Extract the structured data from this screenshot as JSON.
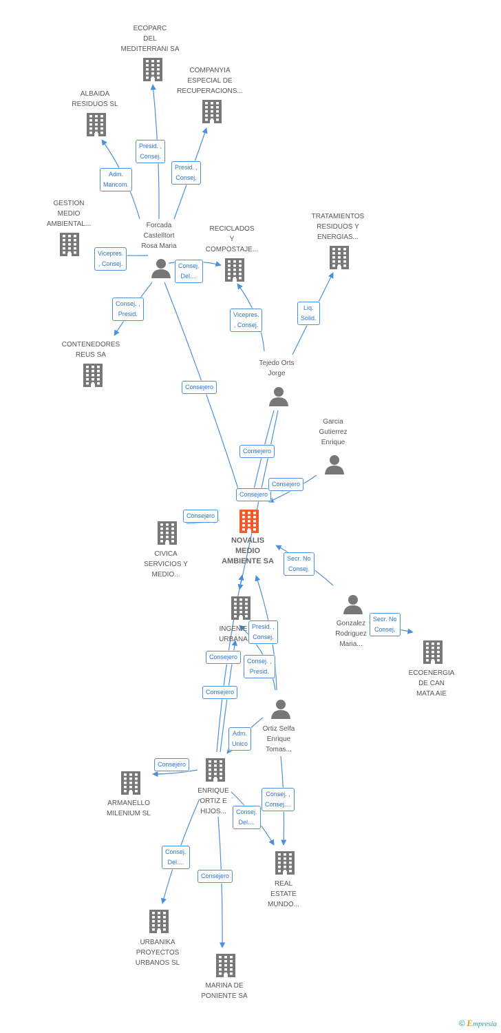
{
  "colors": {
    "edge": "#4a8fdb",
    "node": "#777777",
    "center": "#f15a29"
  },
  "center": {
    "label": "NOVALIS\nMEDIO\nAMBIENTE SA"
  },
  "nodes": [
    {
      "id": "ecoparc",
      "type": "company",
      "label": "ECOPARC\nDEL\nMEDITERRANI SA"
    },
    {
      "id": "companyia",
      "type": "company",
      "label": "COMPANYIA\nESPECIAL DE\nRECUPERACIONS..."
    },
    {
      "id": "albaida",
      "type": "company",
      "label": "ALBAIDA\nRESIDUOS SL"
    },
    {
      "id": "gestion",
      "type": "company",
      "label": "GESTION\nMEDIO\nAMBIENTAL..."
    },
    {
      "id": "forcada",
      "type": "person",
      "label": "Forcada\nCastelltort\nRosa Maria"
    },
    {
      "id": "reciclados",
      "type": "company",
      "label": "RECICLADOS\nY\nCOMPOSTAJE..."
    },
    {
      "id": "tratamientos",
      "type": "company",
      "label": "TRATAMIENTOS\nRESIDUOS Y\nENERGIAS..."
    },
    {
      "id": "contenedores",
      "type": "company",
      "label": "CONTENEDORES\nREUS SA"
    },
    {
      "id": "tejedo",
      "type": "person",
      "label": "Tejedo Orts\nJorge"
    },
    {
      "id": "garcia",
      "type": "person",
      "label": "Garcia\nGutierrez\nEnrique"
    },
    {
      "id": "civica",
      "type": "company",
      "label": "CIVICA\nSERVICIOS Y\nMEDIO..."
    },
    {
      "id": "ingenieria",
      "type": "company",
      "label": "INGENIE\nURBANA"
    },
    {
      "id": "gonzalez",
      "type": "person",
      "label": "Gonzalez\nRodriguez\nMaria..."
    },
    {
      "id": "ecoenergia",
      "type": "company",
      "label": "ECOENERGIA\nDE CAN\nMATA AIE"
    },
    {
      "id": "ortiz",
      "type": "person",
      "label": "Ortiz Selfa\nEnrique\nTomas..."
    },
    {
      "id": "armanello",
      "type": "company",
      "label": "ARMANELLO\nMILENIUM SL"
    },
    {
      "id": "enrique_ortiz",
      "type": "company",
      "label": "ENRIQUE\nORTIZ E\nHIJOS..."
    },
    {
      "id": "real_estate",
      "type": "company",
      "label": "REAL\nESTATE\nMUNDO..."
    },
    {
      "id": "urbanika",
      "type": "company",
      "label": "URBANIKA\nPROYECTOS\nURBANOS SL"
    },
    {
      "id": "marina",
      "type": "company",
      "label": "MARINA DE\nPONIENTE SA"
    }
  ],
  "edges": [
    {
      "id": "e1",
      "from": "forcada",
      "to": "ecoparc",
      "label": "Presid. ,\nConsej."
    },
    {
      "id": "e2",
      "from": "forcada",
      "to": "companyia",
      "label": "Presid. ,\nConsej."
    },
    {
      "id": "e3",
      "from": "forcada",
      "to": "albaida",
      "label": "Adm.\nMancom."
    },
    {
      "id": "e4",
      "from": "forcada",
      "to": "gestion",
      "label": "Vicepres.\n, Consej."
    },
    {
      "id": "e5",
      "from": "forcada",
      "to": "contenedores",
      "label": "Consej. ,\nPresid."
    },
    {
      "id": "e6",
      "from": "forcada",
      "to": "reciclados",
      "label": "Consej.\nDel...."
    },
    {
      "id": "e7",
      "from": "forcada",
      "to": "center",
      "label": "Consejero"
    },
    {
      "id": "e8",
      "from": "tejedo",
      "to": "reciclados",
      "label": "Vicepres.\n, Consej."
    },
    {
      "id": "e9",
      "from": "tejedo",
      "to": "tratamientos",
      "label": "Liq.\nSolid."
    },
    {
      "id": "e10",
      "from": "tejedo",
      "to": "center",
      "label": "Consejero"
    },
    {
      "id": "e11",
      "from": "tejedo",
      "to": "ingenieria",
      "label": "Consejero"
    },
    {
      "id": "e12",
      "from": "garcia",
      "to": "center",
      "label": "Consejero"
    },
    {
      "id": "e13",
      "from": "civica",
      "to": "center",
      "label": "Consejero"
    },
    {
      "id": "e14",
      "from": "gonzalez",
      "to": "center",
      "label": "Secr. No\nConsej."
    },
    {
      "id": "e15",
      "from": "gonzalez",
      "to": "ecoenergia",
      "label": "Secr. No\nConsej."
    },
    {
      "id": "e16",
      "from": "ortiz",
      "to": "ingenieria",
      "label": "Presid. ,\nConsej."
    },
    {
      "id": "e17",
      "from": "ortiz",
      "to": "center",
      "label": "Consej. ,\nPresid."
    },
    {
      "id": "e18",
      "from": "enrique_ortiz",
      "to": "center",
      "label": "Consejero"
    },
    {
      "id": "e19",
      "from": "enrique_ortiz",
      "to": "ingenieria",
      "label": "Consejero"
    },
    {
      "id": "e20",
      "from": "ortiz",
      "to": "enrique_ortiz",
      "label": "Adm.\nUnico"
    },
    {
      "id": "e21",
      "from": "enrique_ortiz",
      "to": "armanello",
      "label": "Consejero"
    },
    {
      "id": "e22",
      "from": "ortiz",
      "to": "real_estate",
      "label": "Consej. ,\nConsej...."
    },
    {
      "id": "e23",
      "from": "enrique_ortiz",
      "to": "real_estate",
      "label": "Consej.\nDel...."
    },
    {
      "id": "e24",
      "from": "enrique_ortiz",
      "to": "urbanika",
      "label": "Consej.\nDel...."
    },
    {
      "id": "e25",
      "from": "enrique_ortiz",
      "to": "marina",
      "label": "Consejero"
    }
  ],
  "footer": {
    "copyright": "©",
    "brand_e": "E",
    "brand_rest": "mpresia"
  }
}
